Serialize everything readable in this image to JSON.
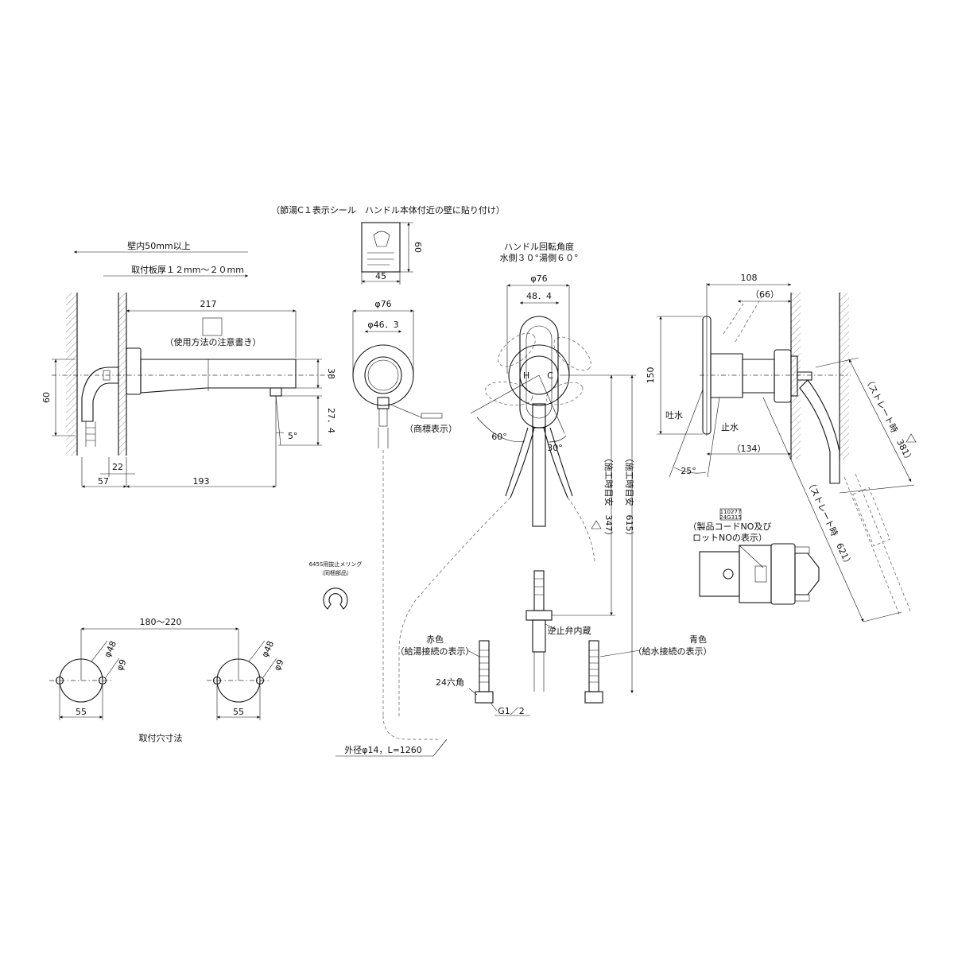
{
  "seal": {
    "caption": "（節湯C１表示シール　ハンドル本体付近の壁に貼り付け）",
    "dim_h": "60",
    "dim_w": "45"
  },
  "side_view": {
    "wall_inner": "壁内50mm以上",
    "plate_thickness": "取付板厚１２mm～２０mm",
    "len_217": "217",
    "caution_label": "（使用方法の注意書き）",
    "dim_60": "60",
    "dim_38": "38",
    "dim_27_4": "27．4",
    "angle_5": "5°",
    "dim_22": "22",
    "dim_57": "57",
    "dim_193": "193"
  },
  "front_view": {
    "dia_76": "φ76",
    "dia_46_3": "φ46．3",
    "trademark": "（商標表示）"
  },
  "handle_view": {
    "rotation_title": "ハンドル回転角度",
    "rotation_detail": "水側３０°湯側６０°",
    "dia_76": "φ76",
    "dim_48_4": "48．4",
    "angle_60": "60°",
    "angle_30": "30°",
    "mark_h": "H",
    "mark_c": "C",
    "guide_347": "（施工時目安　347）",
    "guide_615": "（施工時目安　615）",
    "check_valve": "逆止弁内蔵"
  },
  "right_view": {
    "dim_108": "108",
    "dim_66": "（66）",
    "dim_150": "150",
    "spout_label": "吐水",
    "stop_label": "止水",
    "dim_134": "（134）",
    "angle_25": "25°",
    "straight_381": "（ストレート時　381）",
    "straight_621": "（ストレート時　621）",
    "product_code_1": "（製品コードNO及び",
    "product_code_2": "ロットNOの表示）",
    "code_line1": "110277",
    "code_line2": "24G315"
  },
  "ring": {
    "title": "645S用抜止メリング",
    "sub": "（同梱部品）"
  },
  "hoses": {
    "red_label": "赤色",
    "red_sub": "（給湯接続の表示）",
    "blue_label": "青色",
    "blue_sub": "（給水接続の表示）",
    "hex_24": "24六角",
    "thread": "G1／2",
    "outer_dia": "外径φ14，L=1260"
  },
  "mount_holes": {
    "span": "180～220",
    "dia_48_left": "φ48",
    "dia_9_left": "φ9",
    "w_55_left": "55",
    "dia_48_right": "φ48",
    "dia_9_right": "φ9",
    "w_55_right": "55",
    "caption": "取付穴寸法"
  }
}
